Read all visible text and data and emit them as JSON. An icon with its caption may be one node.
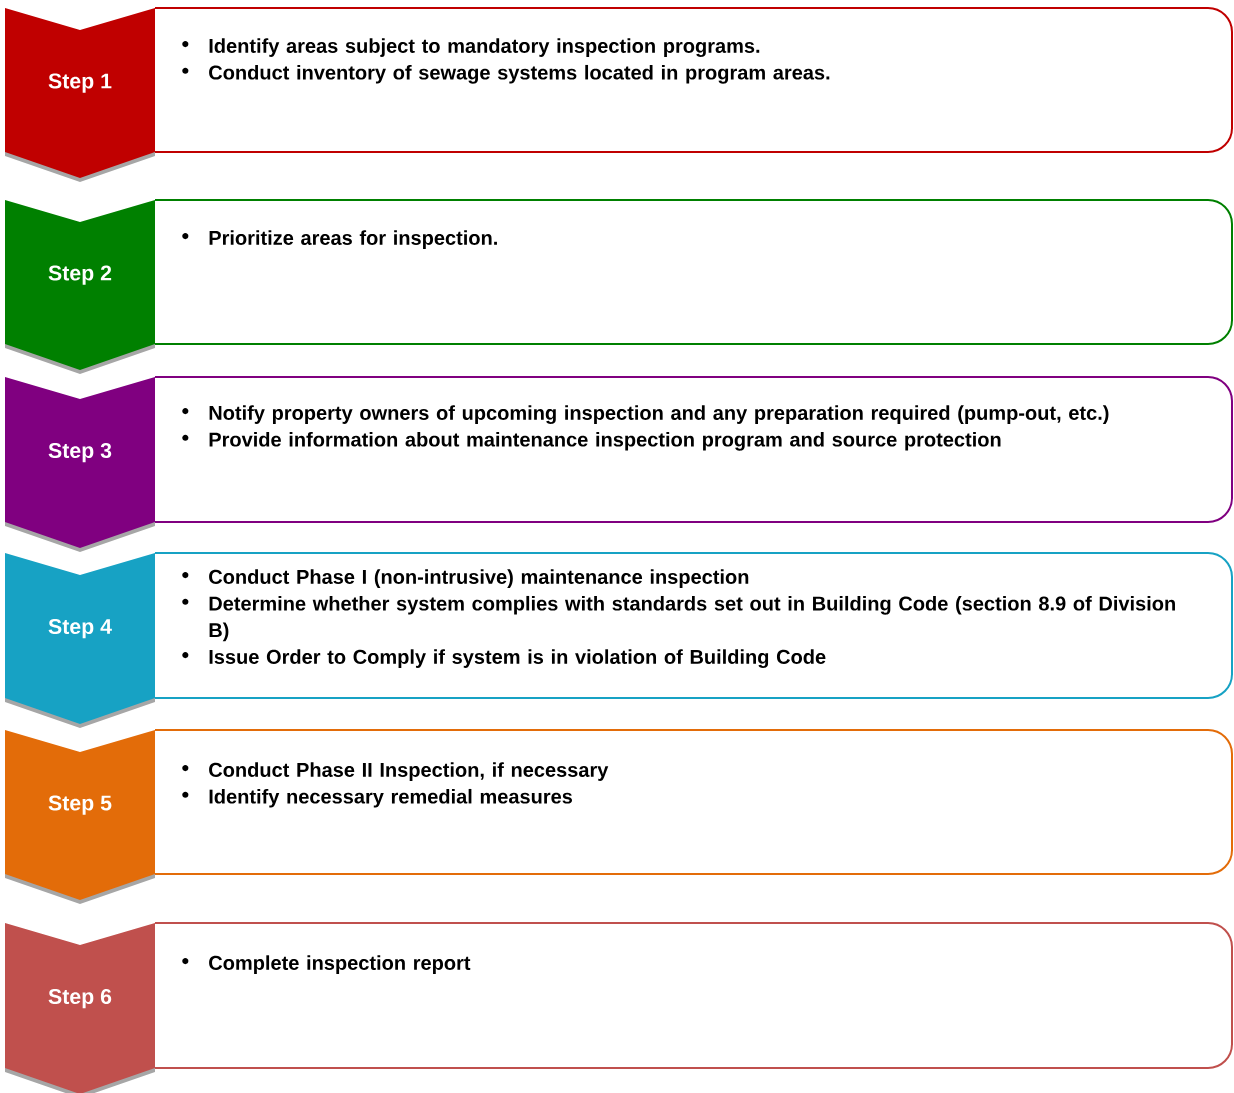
{
  "diagram": {
    "nodes": [
      {
        "text": [
          "Step 1"
        ]
      },
      {
        "text": [
          "Identify areas subject to mandatory inspection programs.",
          "Conduct inventory of sewage systems located in program areas."
        ]
      },
      {
        "text": [
          "Step 2"
        ]
      },
      {
        "text": [
          "Prioritize areas for inspection."
        ]
      },
      {
        "text": [
          "Step 3"
        ]
      },
      {
        "text": [
          "Notify property owners of upcoming inspection and any preparation required (pump-out, etc.)",
          "Provide information about maintenance inspection program and source protection"
        ]
      },
      {
        "text": [
          "Step 4"
        ]
      },
      {
        "text": [
          "Conduct Phase I (non-intrusive) maintenance inspection",
          "Determine whether system complies with standards set out in Building Code (section 8.9 of Division B)",
          "Issue Order to Comply if system is in violation of Building Code"
        ]
      },
      {
        "text": [
          "Step 5"
        ]
      },
      {
        "text": [
          "Conduct Phase II Inspection, if necessary",
          "Identify necessary remedial measures"
        ]
      },
      {
        "text": [
          "Step 6"
        ]
      },
      {
        "text": [
          "Complete inspection report"
        ]
      }
    ]
  }
}
